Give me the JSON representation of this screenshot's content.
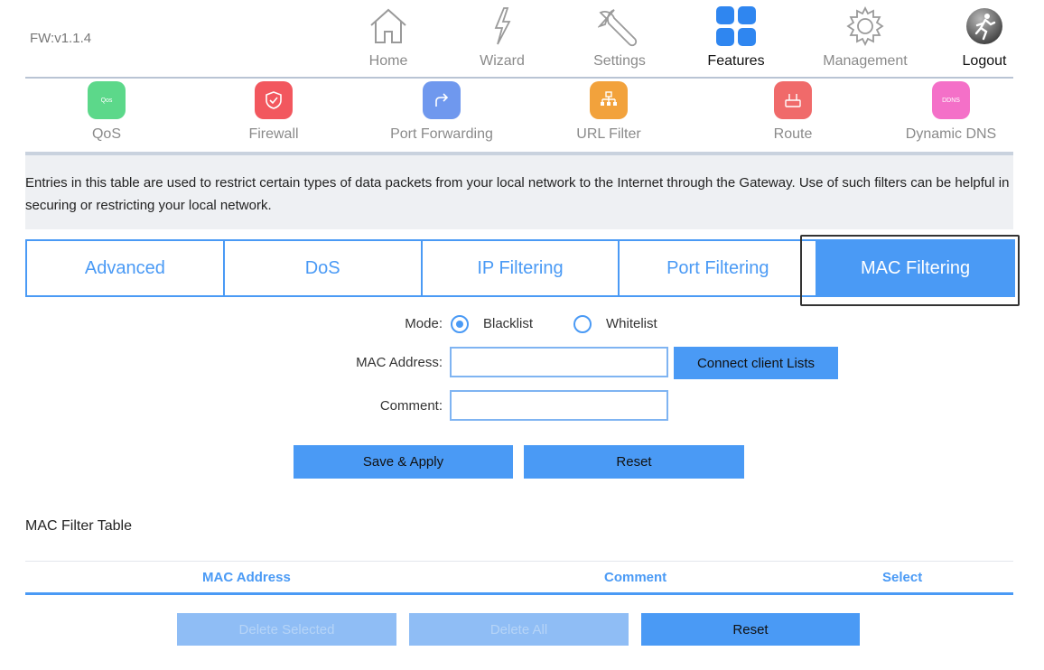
{
  "firmware": "FW:v1.1.4",
  "top_nav": [
    {
      "label": "Home",
      "icon": "home-icon"
    },
    {
      "label": "Wizard",
      "icon": "wizard-icon"
    },
    {
      "label": "Settings",
      "icon": "wrench-icon"
    },
    {
      "label": "Features",
      "icon": "grid-icon",
      "active": true
    },
    {
      "label": "Management",
      "icon": "gear-icon"
    },
    {
      "label": "Logout",
      "icon": "logout-icon"
    }
  ],
  "sub_nav": [
    {
      "label": "QoS",
      "badge": "Qos",
      "color": "#5cd88a"
    },
    {
      "label": "Firewall",
      "badge": "",
      "color": "#f2575e",
      "active": true
    },
    {
      "label": "Port Forwarding",
      "badge": "",
      "color": "#6f98ee"
    },
    {
      "label": "URL Filter",
      "badge": "",
      "color": "#f2a23c"
    },
    {
      "label": "Route",
      "badge": "",
      "color": "#f06a6a"
    },
    {
      "label": "Dynamic DNS",
      "badge": "DDNS",
      "color": "#f470c8"
    }
  ],
  "info_text": "Entries in this table are used to restrict certain types of data packets from your local network to the Internet through the Gateway. Use of such filters can be helpful in securing or restricting your local network.",
  "tabs": [
    "Advanced",
    "DoS",
    "IP Filtering",
    "Port Filtering",
    "MAC Filtering"
  ],
  "active_tab": "MAC Filtering",
  "form": {
    "mode_label": "Mode:",
    "blacklist": "Blacklist",
    "whitelist": "Whitelist",
    "mode_selected": "Blacklist",
    "mac_label": "MAC Address:",
    "mac_value": "",
    "connect_button": "Connect client Lists",
    "comment_label": "Comment:",
    "comment_value": "",
    "save_button": "Save & Apply",
    "reset_button": "Reset"
  },
  "table": {
    "title": "MAC Filter Table",
    "headers": [
      "MAC Address",
      "Comment",
      "Select"
    ],
    "rows": [],
    "delete_selected": "Delete Selected",
    "delete_all": "Delete All",
    "reset": "Reset"
  },
  "colors": {
    "accent": "#4a9af5",
    "info_bg": "#eef0f3"
  }
}
